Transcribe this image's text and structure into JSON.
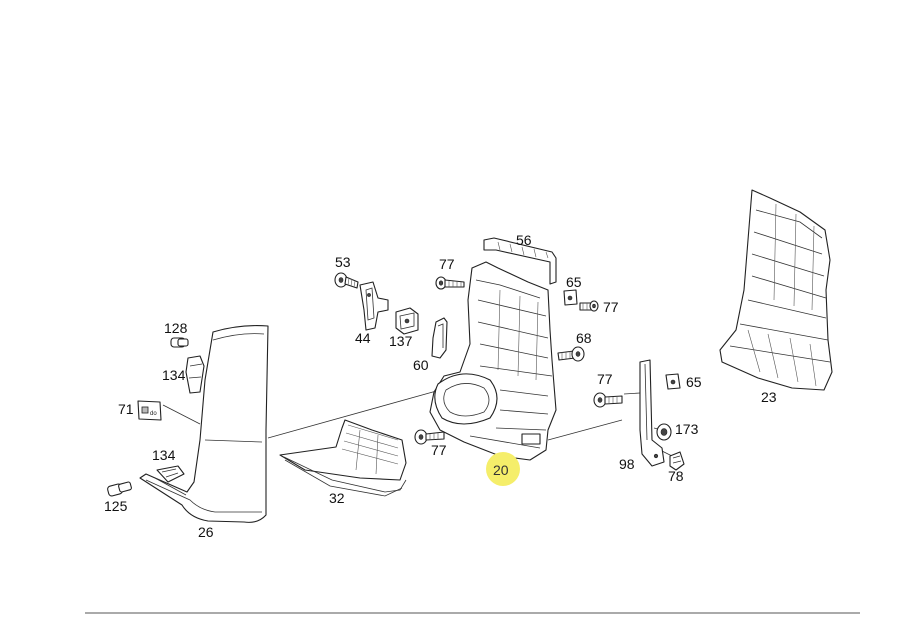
{
  "diagram": {
    "highlight_color": "#F5EE6A",
    "line_color": "#222222",
    "labels": {
      "p53": "53",
      "p77a": "77",
      "p56": "56",
      "p65a": "65",
      "p77b": "77",
      "p128": "128",
      "p44": "44",
      "p137": "137",
      "p68": "68",
      "p60": "60",
      "p134a": "134",
      "p77c": "77",
      "p65b": "65",
      "p71": "71",
      "p23": "23",
      "p173": "173",
      "p77d": "77",
      "p20": "20",
      "p98": "98",
      "p78": "78",
      "p134b": "134",
      "p32": "32",
      "p125": "125",
      "p26": "26"
    }
  }
}
